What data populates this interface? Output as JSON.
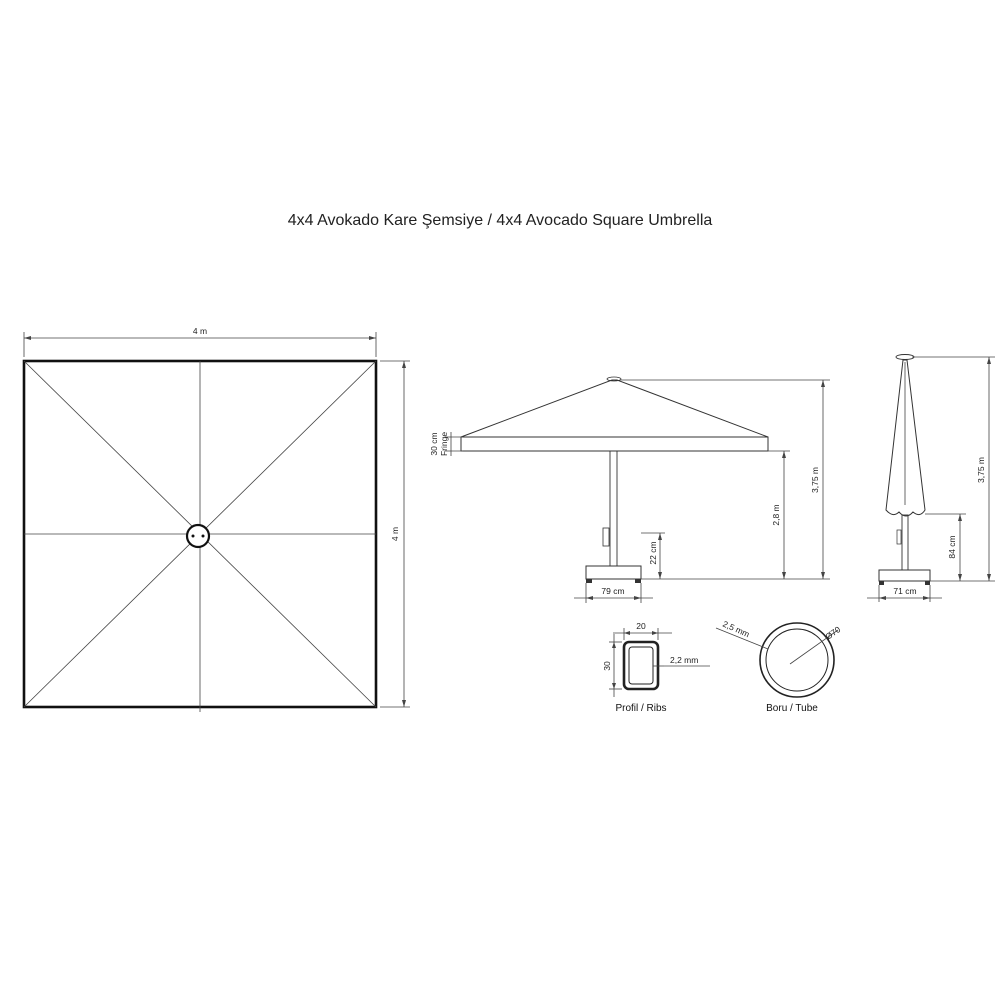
{
  "title": "4x4 Avokado Kare Şemsiye / 4x4 Avocado Square Umbrella",
  "top_view": {
    "width_label": "4 m",
    "height_label": "4 m"
  },
  "side_view": {
    "fringe_label": "30 cm Fringe",
    "fringe_size": "30 cm",
    "fringe_word": "Fringe",
    "total_height": "3,75 m",
    "clearance_height": "2,8 m",
    "base_height": "22 cm",
    "base_width": "79 cm"
  },
  "closed_view": {
    "total_height": "3,75 m",
    "lower_height": "84 cm",
    "base_width": "71 cm"
  },
  "profile": {
    "caption": "Profil / Ribs",
    "width": "20",
    "height": "30",
    "thickness": "2,2 mm"
  },
  "tube": {
    "caption": "Boru / Tube",
    "thickness": "2,5 mm",
    "diameter": "Ø70"
  }
}
